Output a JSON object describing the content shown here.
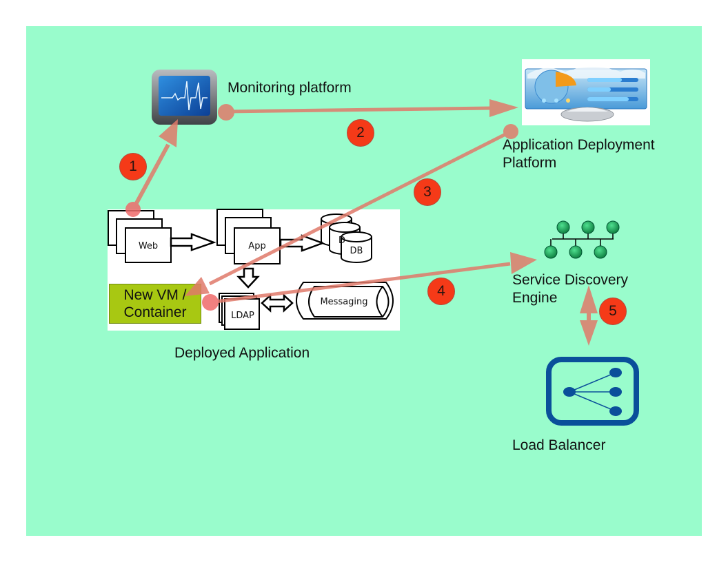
{
  "diagram": {
    "nodes": {
      "monitoring": {
        "label": "Monitoring platform",
        "icon": "monitor-heartbeat-icon"
      },
      "deployment": {
        "label_line1": "Application Deployment",
        "label_line2": "Platform",
        "icon": "control-panel-icon"
      },
      "deployed_app": {
        "label": "Deployed Application",
        "components": {
          "web": "Web",
          "app": "App",
          "db": "DB",
          "db_hidden": "D",
          "ldap": "LDAP",
          "messaging": "Messaging"
        },
        "new_vm": {
          "line1": "New VM /",
          "line2": "Container"
        }
      },
      "service_discovery": {
        "label_line1": "Service Discovery",
        "label_line2": "Engine",
        "icon": "network-nodes-icon"
      },
      "load_balancer": {
        "label": "Load Balancer",
        "icon": "load-balancer-icon"
      }
    },
    "steps": [
      {
        "number": "1",
        "from": "Deployed Application (Web)",
        "to": "Monitoring platform"
      },
      {
        "number": "2",
        "from": "Monitoring platform",
        "to": "Application Deployment Platform"
      },
      {
        "number": "3",
        "from": "Application Deployment Platform",
        "to": "New VM / Container"
      },
      {
        "number": "4",
        "from": "New VM / Container",
        "to": "Service Discovery Engine"
      },
      {
        "number": "5",
        "from": "Service Discovery Engine",
        "to": "Load Balancer",
        "bidirectional": true
      }
    ],
    "colors": {
      "background": "#99fccc",
      "connector": "#e07a6a",
      "badge": "#f53a18",
      "new_vm": "#a8c812",
      "load_balancer": "#0a4f9a",
      "discovery_nodes": "#1aa860"
    }
  }
}
